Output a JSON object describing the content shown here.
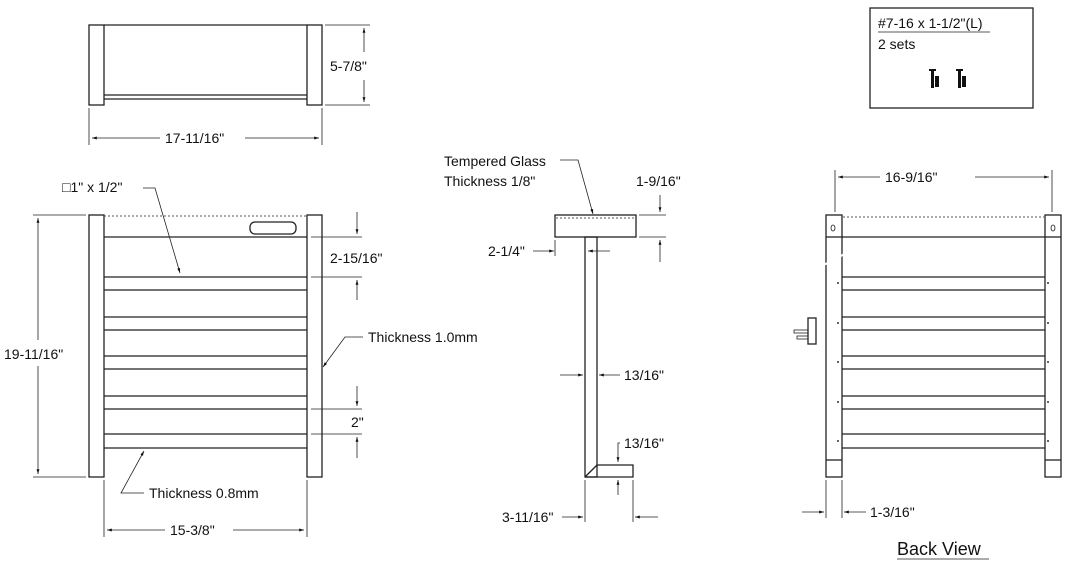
{
  "top_view": {
    "depth": "5-7/8\"",
    "width": "17-11/16\""
  },
  "front_view": {
    "tube_size": "□1\" x 1/2\"",
    "height": "19-11/16\"",
    "top_spacing": "2-15/16\"",
    "bar_spacing": "2\"",
    "frame_thickness": "Thickness 1.0mm",
    "bar_thickness": "Thickness 0.8mm",
    "inner_width": "15-3/8\""
  },
  "side_view": {
    "glass_label_1": "Tempered Glass",
    "glass_label_2": "Thickness 1/8\"",
    "shelf_height": "1-9/16\"",
    "shelf_offset": "2-1/4\"",
    "post_width": "13/16\"",
    "foot_height": "13/16\"",
    "foot_length": "3-11/16\""
  },
  "back_view": {
    "width": "16-9/16\"",
    "post_width": "1-3/16\"",
    "title": "Back View"
  },
  "hardware": {
    "screw_spec": "#7-16 x 1-1/2\"(L)",
    "quantity": "2 sets"
  }
}
